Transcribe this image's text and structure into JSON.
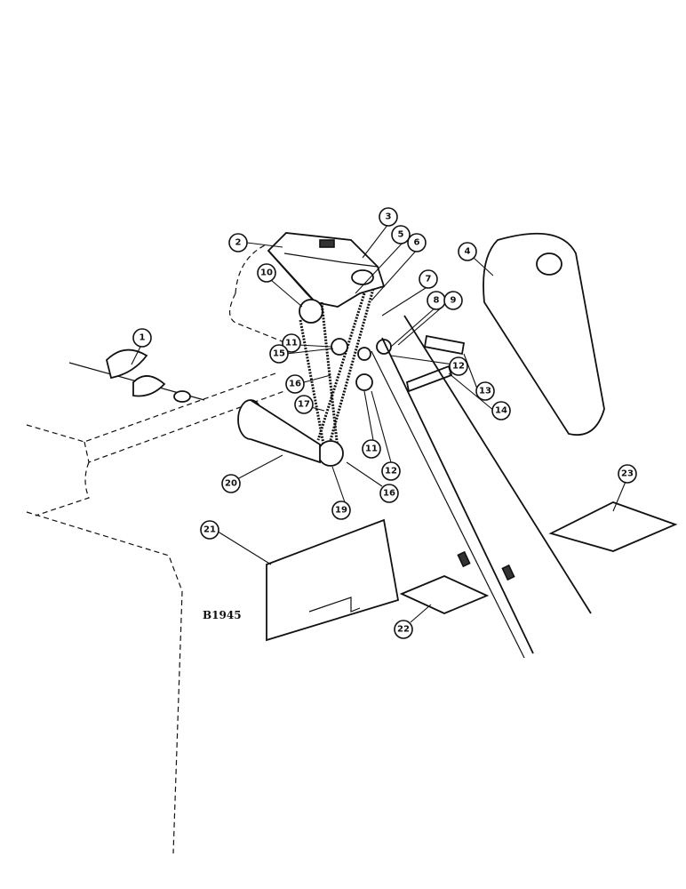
{
  "drawing_code": "B1945",
  "callouts": [
    {
      "label": "1"
    },
    {
      "label": "2"
    },
    {
      "label": "3"
    },
    {
      "label": "4"
    },
    {
      "label": "5"
    },
    {
      "label": "6"
    },
    {
      "label": "7"
    },
    {
      "label": "8"
    },
    {
      "label": "9"
    },
    {
      "label": "10"
    },
    {
      "label": "11"
    },
    {
      "label": "11"
    },
    {
      "label": "12"
    },
    {
      "label": "12"
    },
    {
      "label": "13"
    },
    {
      "label": "14"
    },
    {
      "label": "15"
    },
    {
      "label": "16"
    },
    {
      "label": "16"
    },
    {
      "label": "17"
    },
    {
      "label": "19"
    },
    {
      "label": "20"
    },
    {
      "label": "21"
    },
    {
      "label": "22"
    },
    {
      "label": "23"
    }
  ]
}
